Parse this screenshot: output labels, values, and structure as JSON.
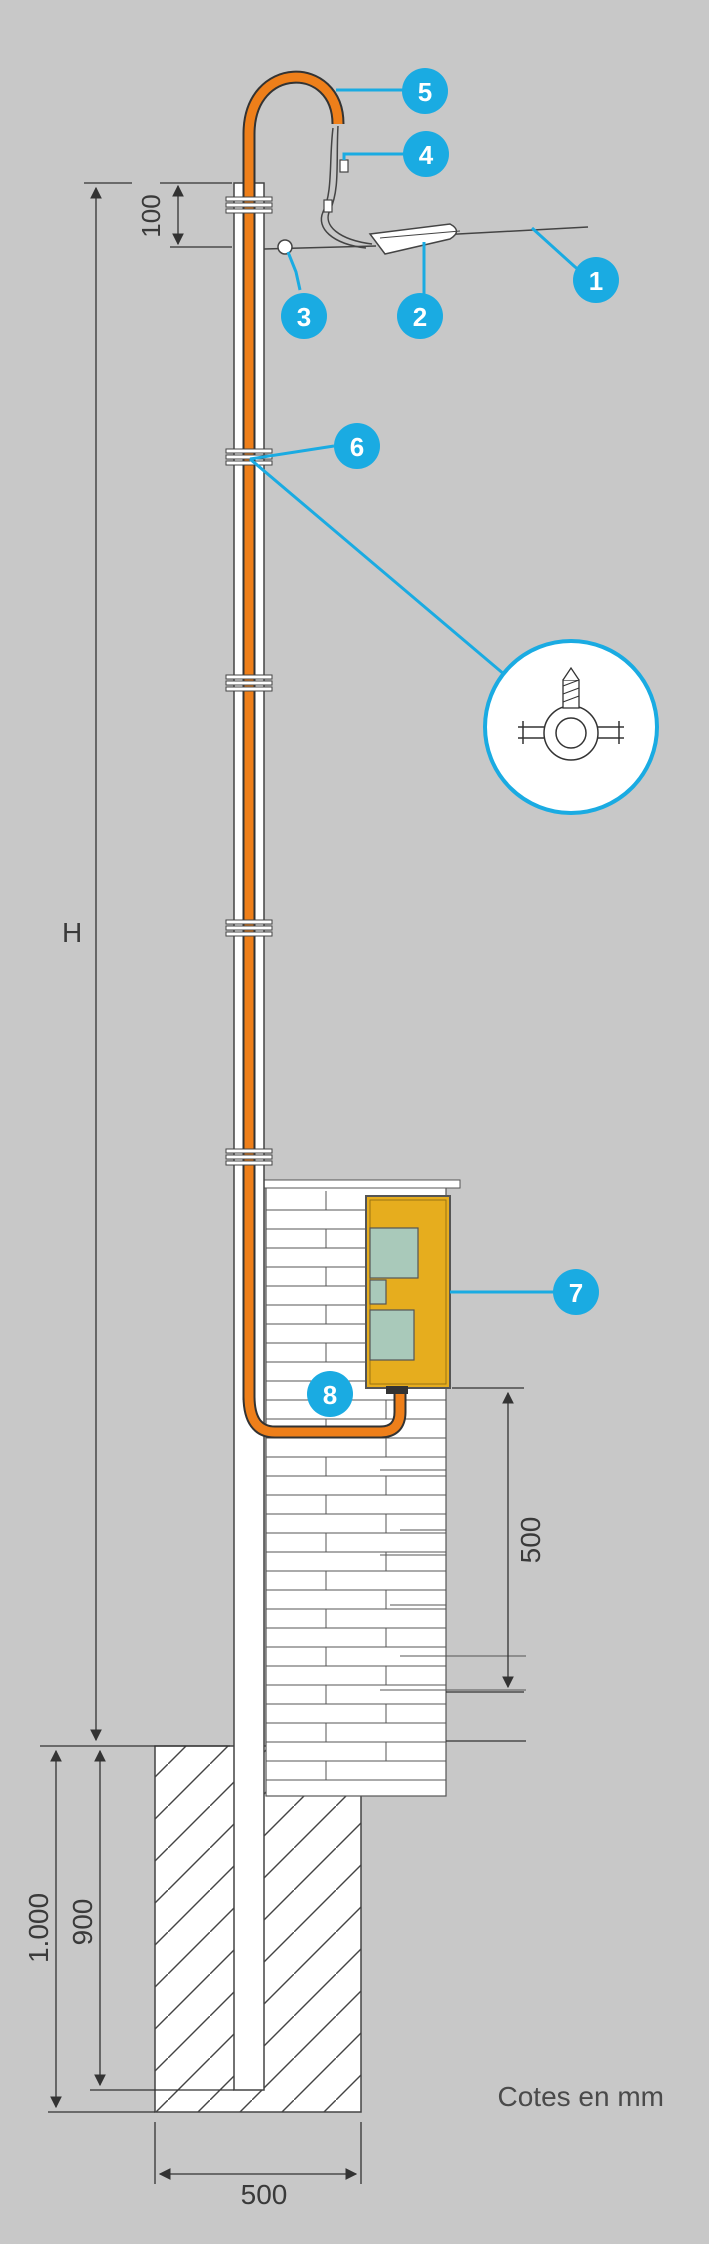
{
  "callouts": [
    "1",
    "2",
    "3",
    "4",
    "5",
    "6",
    "7",
    "8"
  ],
  "dimensions": {
    "h": "H",
    "d100": "100",
    "d500_vertical": "500",
    "d1000": "1.000",
    "d900": "900",
    "d500_horizontal": "500"
  },
  "units_note": "Cotes en mm",
  "colors": {
    "background": "#c8c8c8",
    "cable": "#ee7f1a",
    "callout": "#1aabe2",
    "cabinet": "#e6ad1e",
    "cabinet_panel": "#a9c9ba"
  }
}
